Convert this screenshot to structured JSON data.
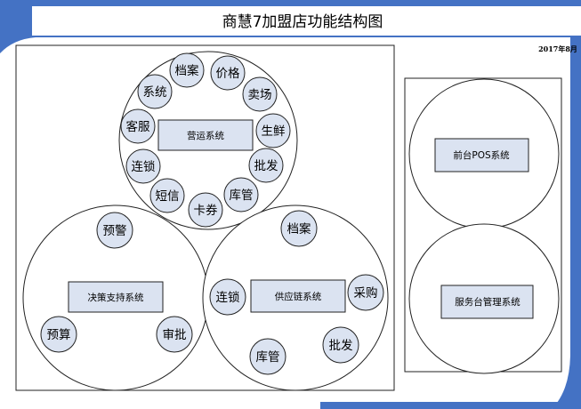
{
  "title": "商慧7加盟店功能结构图",
  "date": "2017年8月",
  "colors": {
    "band": "#4472c4",
    "bubble_fill": "#dbe3f1",
    "core_fill": "#dbe3f1",
    "stroke": "#222222"
  },
  "ops": {
    "core": "营运系统",
    "nodes": [
      "档案",
      "价格",
      "卖场",
      "生鲜",
      "批发",
      "库管",
      "卡券",
      "短信",
      "连锁",
      "客服",
      "系统"
    ]
  },
  "decision": {
    "core": "决策支持系统",
    "nodes": [
      "预警",
      "预算",
      "审批"
    ]
  },
  "supply": {
    "core": "供应链系统",
    "nodes": [
      "档案",
      "连锁",
      "采购",
      "库管",
      "批发"
    ]
  },
  "pos": {
    "core": "前台POS系统"
  },
  "service": {
    "core": "服务台管理系统"
  }
}
